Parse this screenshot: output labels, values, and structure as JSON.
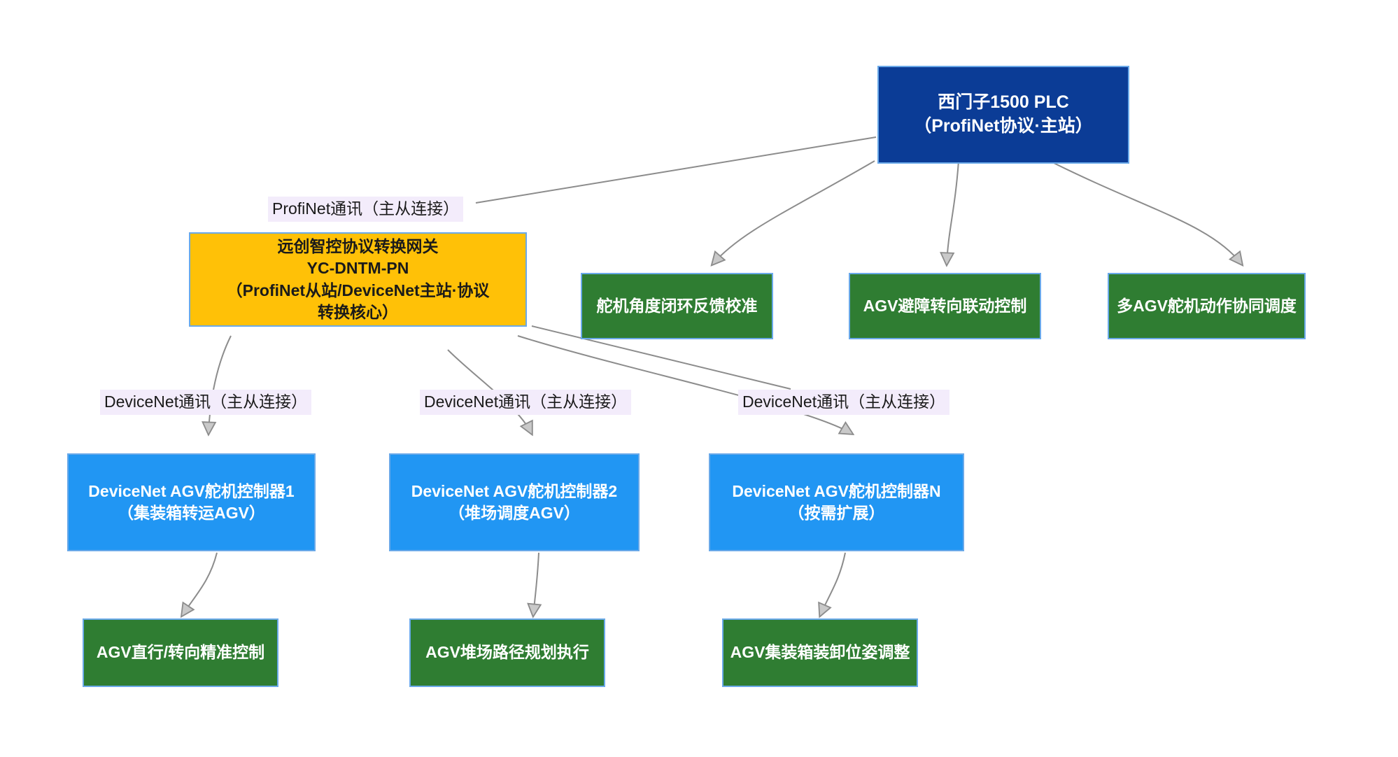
{
  "diagram": {
    "title_text": "",
    "colors": {
      "plc_fill": "#0B3C96",
      "gateway_fill": "#FFC107",
      "green_fill": "#2F7D32",
      "blue_fill": "#2196F3",
      "node_border": "#6AA9E9",
      "edge_line": "#8C8C8C",
      "edge_label_bg": "#F3ECFB",
      "background": "#FFFFFF"
    },
    "nodes": {
      "plc": {
        "line1": "西门子1500 PLC",
        "line2": "（ProfiNet协议·主站）"
      },
      "gateway": {
        "line1": "远创智控协议转换网关",
        "line2": "YC-DNTM-PN",
        "line3": "（ProfiNet从站/DeviceNet主站·协议",
        "line4": "转换核心）"
      },
      "plc_functions": [
        {
          "label": "舵机角度闭环反馈校准"
        },
        {
          "label": "AGV避障转向联动控制"
        },
        {
          "label": "多AGV舵机动作协同调度"
        }
      ],
      "controllers": [
        {
          "line1": "DeviceNet AGV舵机控制器1",
          "line2": "（集装箱转运AGV）"
        },
        {
          "line1": "DeviceNet AGV舵机控制器2",
          "line2": "（堆场调度AGV）"
        },
        {
          "line1": "DeviceNet AGV舵机控制器N",
          "line2": "（按需扩展）"
        }
      ],
      "controller_functions": [
        {
          "label": "AGV直行/转向精准控制"
        },
        {
          "label": "AGV堆场路径规划执行"
        },
        {
          "label": "AGV集装箱装卸位姿调整"
        }
      ]
    },
    "edge_labels": {
      "profinet": "ProfiNet通讯（主从连接）",
      "devicenet_1": "DeviceNet通讯（主从连接）",
      "devicenet_2": "DeviceNet通讯（主从连接）",
      "devicenet_3": "DeviceNet通讯（主从连接）"
    }
  }
}
